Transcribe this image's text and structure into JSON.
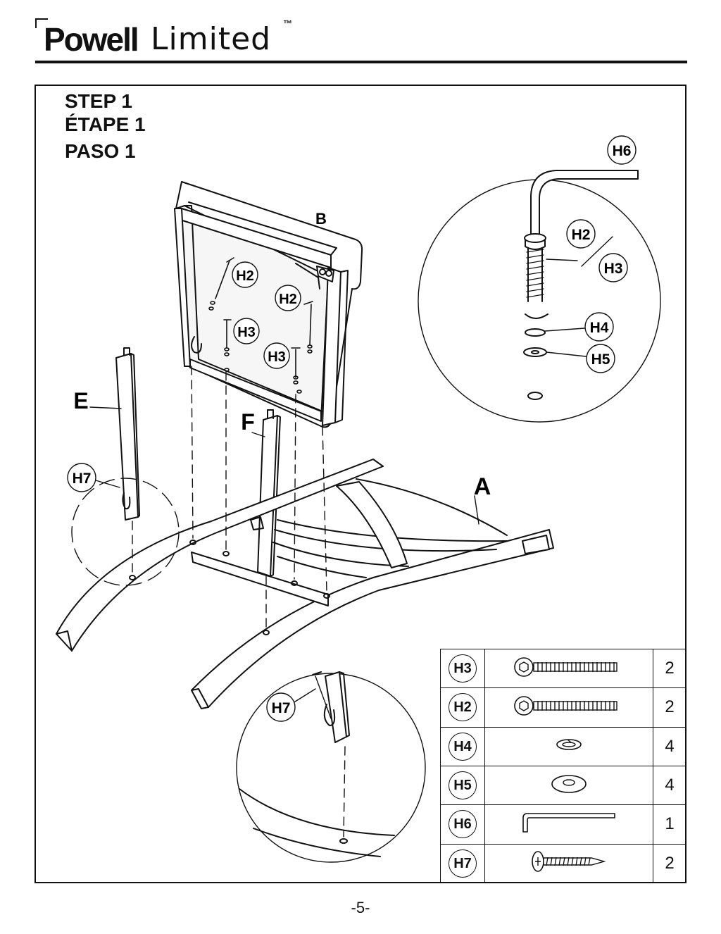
{
  "brand": {
    "bold": "Powell",
    "light": "Limited",
    "tm": "™"
  },
  "steps": {
    "en": "STEP 1",
    "fr": "ÉTAPE 1",
    "es": "PASO 1"
  },
  "parts": {
    "A": "A",
    "B": "B",
    "E": "E",
    "F": "F"
  },
  "callouts": {
    "h2": "H2",
    "h3": "H3",
    "h4": "H4",
    "h5": "H5",
    "h6": "H6",
    "h7": "H7"
  },
  "hardware": [
    {
      "code": "H3",
      "qty": "2",
      "icon": "long-bolt-icon"
    },
    {
      "code": "H2",
      "qty": "2",
      "icon": "long-bolt-icon"
    },
    {
      "code": "H4",
      "qty": "4",
      "icon": "lock-washer-icon"
    },
    {
      "code": "H5",
      "qty": "4",
      "icon": "flat-washer-icon"
    },
    {
      "code": "H6",
      "qty": "1",
      "icon": "allen-key-icon"
    },
    {
      "code": "H7",
      "qty": "2",
      "icon": "wood-screw-icon"
    }
  ],
  "page_number": "-5-"
}
